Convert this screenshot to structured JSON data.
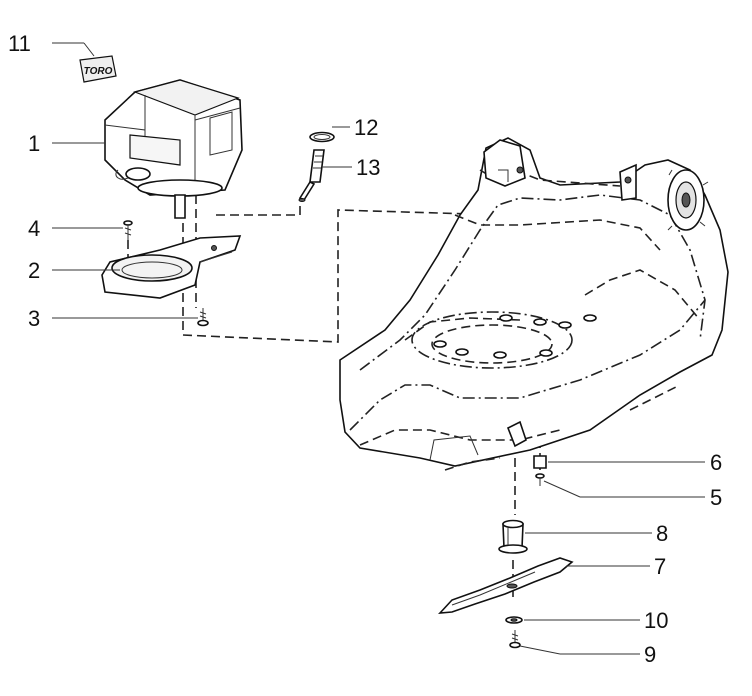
{
  "logo_text": "TORO",
  "callouts": [
    {
      "id": "11",
      "label": "11"
    },
    {
      "id": "1",
      "label": "1"
    },
    {
      "id": "12",
      "label": "12"
    },
    {
      "id": "13",
      "label": "13"
    },
    {
      "id": "4",
      "label": "4"
    },
    {
      "id": "2",
      "label": "2"
    },
    {
      "id": "3",
      "label": "3"
    },
    {
      "id": "6",
      "label": "6"
    },
    {
      "id": "5",
      "label": "5"
    },
    {
      "id": "8",
      "label": "8"
    },
    {
      "id": "7",
      "label": "7"
    },
    {
      "id": "10",
      "label": "10"
    },
    {
      "id": "9",
      "label": "9"
    }
  ]
}
